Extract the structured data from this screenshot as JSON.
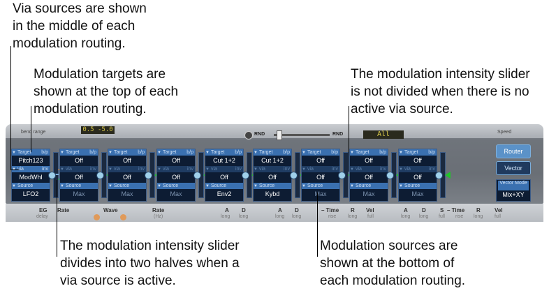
{
  "callouts": {
    "via": [
      "Via sources are shown",
      "in the middle of each",
      "modulation routing."
    ],
    "targets": [
      "Modulation targets are",
      "shown at the top of each",
      "modulation routing."
    ],
    "not_divided": [
      "The modulation intensity slider",
      "is not divided when there is no",
      "active via source."
    ],
    "divides": [
      "The modulation intensity slider",
      "divides into two halves when a",
      "via source is active."
    ],
    "sources": [
      "Modulation sources are",
      "shown at the bottom of",
      "each modulation routing."
    ]
  },
  "header": {
    "left_label": "bend range",
    "lcd_left": "0.5  -5.0",
    "rnd_left": "RND",
    "rnd_right": "RND",
    "dropdown": "All",
    "speed": "Speed"
  },
  "slots": [
    {
      "target": "Pitch123",
      "via": "ModWhl",
      "source": "LFO2",
      "via_active": true
    },
    {
      "target": "Off",
      "via": "Off",
      "source": "Max",
      "via_active": false
    },
    {
      "target": "Off",
      "via": "Off",
      "source": "Max",
      "via_active": false
    },
    {
      "target": "Off",
      "via": "Off",
      "source": "Max",
      "via_active": false
    },
    {
      "target": "Cut 1+2",
      "via": "Off",
      "source": "Env2",
      "via_active": false
    },
    {
      "target": "Cut 1+2",
      "via": "Off",
      "source": "Kybd",
      "via_active": false
    },
    {
      "target": "Off",
      "via": "Off",
      "source": "Max",
      "via_active": false
    },
    {
      "target": "Off",
      "via": "Off",
      "source": "Max",
      "via_active": false
    },
    {
      "target": "Off",
      "via": "Off",
      "source": "Max",
      "via_active": false
    }
  ],
  "labels": {
    "target": "Target",
    "bp": "b/p",
    "via": "via",
    "inv": "inv",
    "source": "Source"
  },
  "right": {
    "router": "Router",
    "vector": "Vector",
    "vector_mode_label": "Vector Mode",
    "vector_mode_value": "Mix+XY"
  },
  "bottom_labels": {
    "eg": "EG",
    "eg_sub": "delay",
    "rate1": "Rate",
    "wave": "Wave",
    "rate2": "Rate",
    "rate2_sub": "(Hz)",
    "a1": "A",
    "d1": "D",
    "a1_sub": "long",
    "d1_sub": "long",
    "a2": "A",
    "d2": "D",
    "time1": "– Time",
    "r2": "R",
    "vel1": "Vel",
    "a3": "A",
    "d3": "D",
    "s3": "S",
    "time2": "– Time",
    "r3": "R",
    "vel2": "Vel",
    "long_a": "long",
    "long_b": "long",
    "rise": "rise",
    "long_c": "long",
    "full1": "full",
    "long_d": "long",
    "long_e": "long",
    "full2": "full",
    "rise2": "rise",
    "long_f": "long",
    "full3": "full"
  },
  "colors": {
    "slot_bg": "#0d1c33",
    "header_blue": "#3a70b0",
    "active_arrow": "#21c32a",
    "orange_arrow": "#f08a1c"
  }
}
